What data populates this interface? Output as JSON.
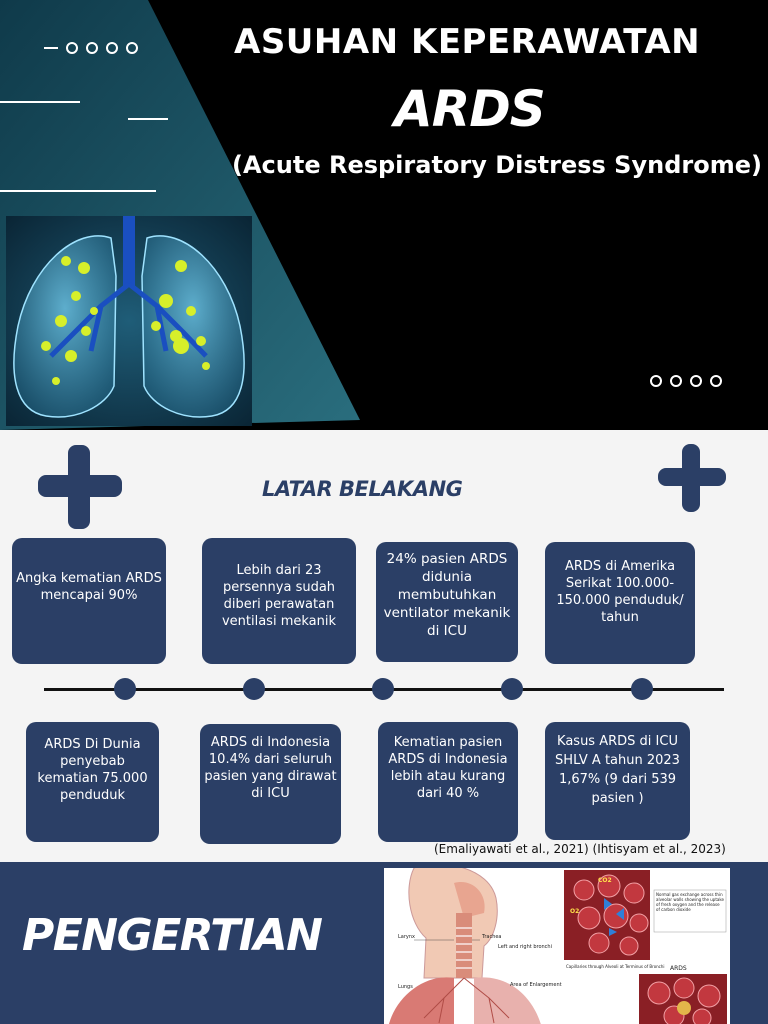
{
  "header": {
    "title": "ASUHAN KEPERAWATAN",
    "acronym": "ARDS",
    "subtitle": "(Acute Respiratory Distress Syndrome)"
  },
  "background_section": {
    "title": "LATAR BELAKANG",
    "top_cards": [
      "Angka kematian ARDS mencapai 90%",
      "Lebih dari 23 persennya sudah diberi perawatan ventilasi mekanik",
      "24% pasien ARDS didunia membutuhkan ventilator mekanik di ICU",
      "ARDS di Amerika Serikat 100.000-150.000 penduduk/ tahun"
    ],
    "bottom_cards": [
      "ARDS Di Dunia penyebab kematian 75.000 penduduk",
      "ARDS di Indonesia 10.4% dari seluruh pasien yang dirawat di ICU",
      "Kematian pasien ARDS di Indonesia lebih atau kurang dari 40 %",
      "Kasus ARDS di ICU SHLV A tahun 2023 1,67% (9 dari 539 pasien )"
    ],
    "citation": "(Emaliyawati et al., 2021) (Ihtisyam et al., 2023)"
  },
  "definition_section": {
    "title": "PENGERTIAN",
    "figure_labels": {
      "larynx": "Larynx",
      "trachea": "Trachea",
      "bronchi": "Left and right bronchi",
      "lungs": "Lungs",
      "enlargement": "Area of Enlargement",
      "capillaries": "Capillaries through Alveoli at Terminus of Bronchi",
      "ards": "ARDS",
      "gas_note": "Normal gas exchange across thin alveolar walls showing the uptake of fresh oxygen and the release of carbon dioxide",
      "co2": "CO2",
      "o2": "O2"
    }
  },
  "colors": {
    "navy": "#2b3f66",
    "teal": "#1d5b6b",
    "black": "#000000"
  }
}
